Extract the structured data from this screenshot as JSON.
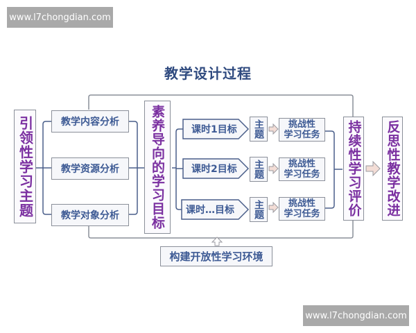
{
  "watermarks": {
    "top_left": "www.l7chongdian.com",
    "bottom_right": "www.l7chongdian.com"
  },
  "diagram": {
    "title": "教学设计过程",
    "theme": "引领性学习主题",
    "analyses": [
      "教学内容分析",
      "教学资源分析",
      "教学对象分析"
    ],
    "objective": "素养导向的学习目标",
    "lesson_goals": [
      "课时1目标",
      "课时2目标",
      "课时…目标"
    ],
    "topic_label": "主题",
    "tasks": [
      {
        "line1": "挑战性",
        "line2": "学习任务"
      },
      {
        "line1": "挑战性",
        "line2": "学习任务"
      },
      {
        "line1": "挑战性",
        "line2": "学习任务"
      }
    ],
    "evaluation": "持续性学习评价",
    "improvement": "反思性教学改进",
    "environment": "构建开放性学习环境"
  },
  "colors": {
    "title": "#2f4a7f",
    "vertical_text": "#7a2fa0",
    "box_text": "#3d5a94",
    "border": "#8a8f99",
    "connector": "#4a5f8a",
    "arrow_fill": "#f3ddd6",
    "watermark_bg": "#a9a9a9"
  }
}
